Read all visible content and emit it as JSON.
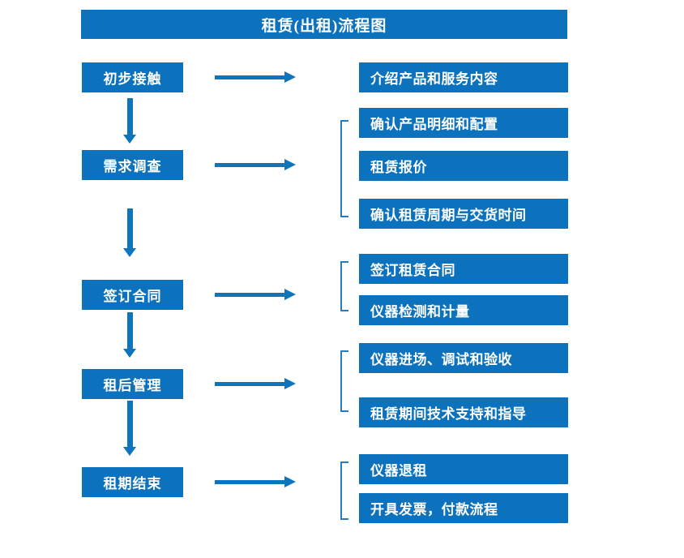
{
  "header": {
    "title": "租赁(出租)流程图"
  },
  "colors": {
    "primary_blue": "#0d72bd",
    "arrow_blue": "#0e75bd",
    "bracket_blue": "#2b7cb8",
    "box_text": "#ffffff",
    "background": "#ffffff"
  },
  "chart_data": {
    "type": "flowchart",
    "title": "租赁(出租)流程图",
    "orientation": "vertical-stages-with-horizontal-details",
    "stages": [
      {
        "label": "初步接触",
        "details": [
          "介绍产品和服务内容"
        ],
        "grouped": false
      },
      {
        "label": "需求调查",
        "details": [
          "确认产品明细和配置",
          "租赁报价",
          "确认租赁周期与交货时间"
        ],
        "grouped": true
      },
      {
        "label": "签订合同",
        "details": [
          "签订租赁合同",
          "仪器检测和计量"
        ],
        "grouped": true
      },
      {
        "label": "租后管理",
        "details": [
          "仪器进场、调试和验收",
          "租赁期间技术支持和指导"
        ],
        "grouped": true
      },
      {
        "label": "租期结束",
        "details": [
          "仪器退租",
          "开具发票，付款流程"
        ],
        "grouped": true
      }
    ]
  },
  "stages": {
    "s0": {
      "label": "初步接触"
    },
    "s1": {
      "label": "需求调查"
    },
    "s2": {
      "label": "签订合同"
    },
    "s3": {
      "label": "租后管理"
    },
    "s4": {
      "label": "租期结束"
    }
  },
  "details": {
    "d0": "介绍产品和服务内容",
    "d1": "确认产品明细和配置",
    "d2": "租赁报价",
    "d3": "确认租赁周期与交货时间",
    "d4": "签订租赁合同",
    "d5": "仪器检测和计量",
    "d6": "仪器进场、调试和验收",
    "d7": "租赁期间技术支持和指导",
    "d8": "仪器退租",
    "d9": "开具发票，付款流程"
  }
}
